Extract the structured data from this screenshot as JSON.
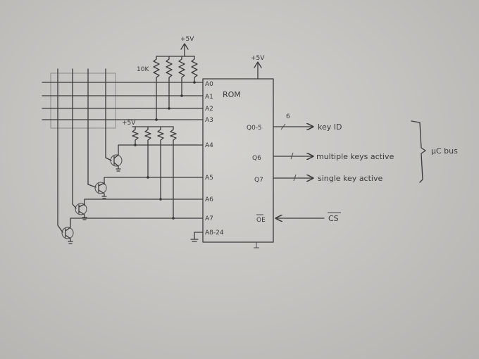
{
  "supply": {
    "top": "+5V",
    "rom": "+5V",
    "pullups": "+5V"
  },
  "resistor_value": "10K",
  "rom": {
    "title": "ROM",
    "inputs": [
      "A0",
      "A1",
      "A2",
      "A3",
      "A4",
      "A5",
      "A6",
      "A7",
      "A8-24"
    ],
    "outputs": [
      "Q0-5",
      "Q6",
      "Q7",
      "OE"
    ]
  },
  "signals": {
    "bus_width": "6",
    "key_id": "key ID",
    "multiple": "multiple keys active",
    "single": "single key active",
    "cs": "CS",
    "bus": "μC bus"
  }
}
